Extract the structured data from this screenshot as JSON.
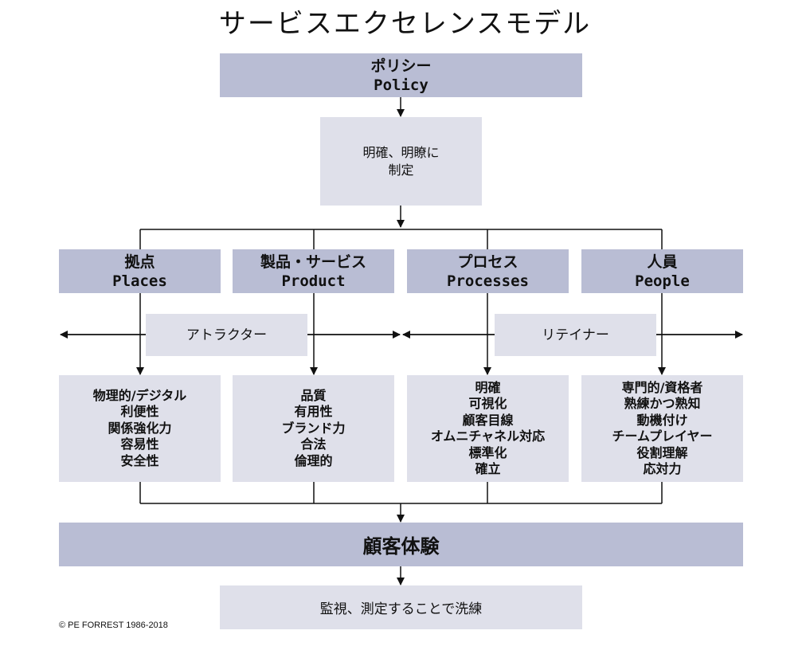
{
  "title": "サービスエクセレンスモデル",
  "policy": {
    "jp": "ポリシー",
    "en": "Policy"
  },
  "policy_detail": [
    "明確、明瞭に",
    "制定"
  ],
  "pillars": [
    {
      "jp": "拠点",
      "en": "Places",
      "items": [
        "物理的/デジタル",
        "利便性",
        "関係強化力",
        "容易性",
        "安全性"
      ]
    },
    {
      "jp": "製品・サービス",
      "en": "Product",
      "items": [
        "品質",
        "有用性",
        "ブランド力",
        "合法",
        "倫理的"
      ]
    },
    {
      "jp": "プロセス",
      "en": "Processes",
      "items": [
        "明確",
        "可視化",
        "顧客目線",
        "オムニチャネル対応",
        "標準化",
        "確立"
      ]
    },
    {
      "jp": "人員",
      "en": "People",
      "items": [
        "専門的/資格者",
        "熟練かつ熟知",
        "動機付け",
        "チームプレイヤー",
        "役割理解",
        "応対力"
      ]
    }
  ],
  "attractor": "アトラクター",
  "retainer": "リテイナー",
  "customer_experience": "顧客体験",
  "refine": "監視、測定することで洗練",
  "copyright": "© PE FORREST 1986-2018"
}
